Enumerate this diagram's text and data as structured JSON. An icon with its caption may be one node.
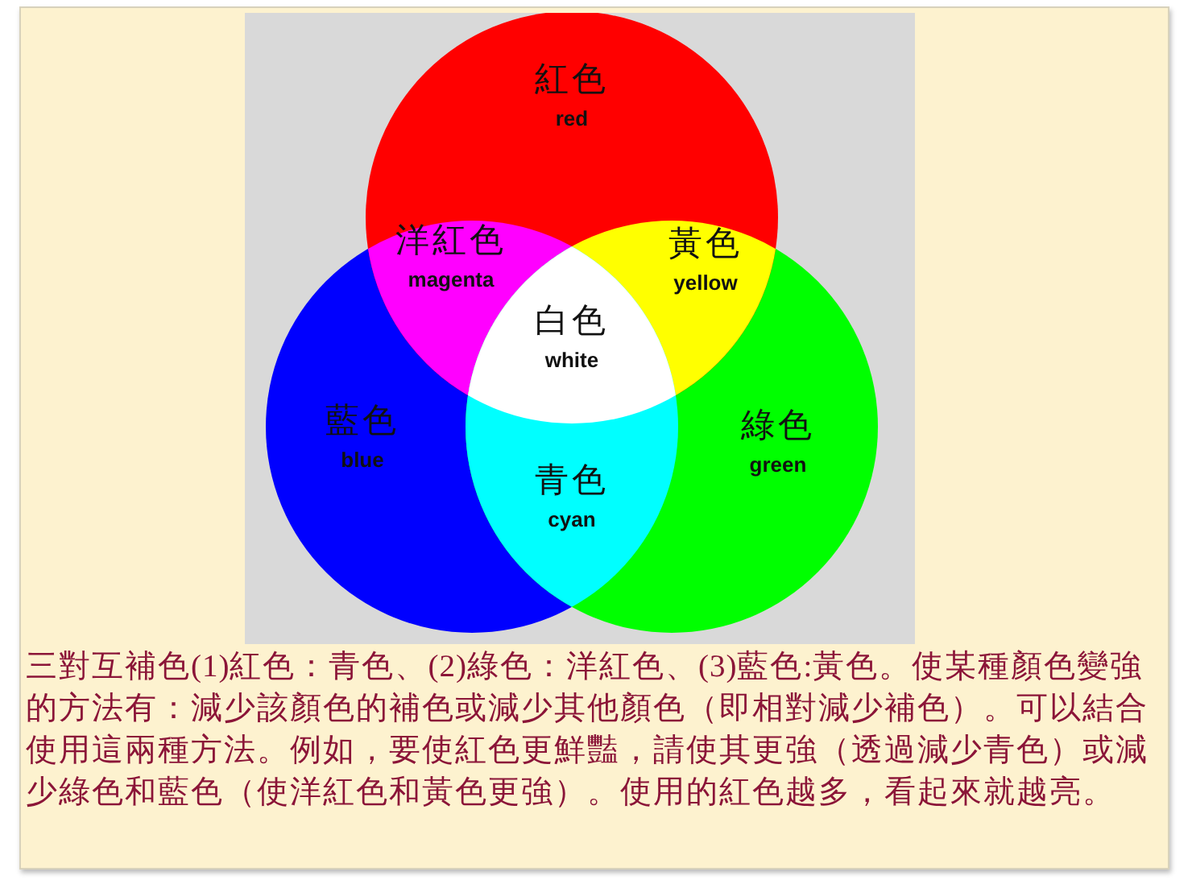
{
  "diagram": {
    "caption": "三對互補色(1)紅色：青色、(2)綠色：洋紅色、(3)藍色:黃色。使某種顏色變強的方法有：減少該顏色的補色或減少其他顏色（即相對減少補色）。可以結合使用這兩種方法。例如，要使紅色更鮮豔，請使其更強（透過減少青色）或減少綠色和藍色（使洋紅色和黃色更強）。使用的紅色越多，看起來就越亮。",
    "nodes": [
      {
        "text": [
          "紅色",
          "red"
        ]
      },
      {
        "text": [
          "洋紅色",
          "magenta"
        ]
      },
      {
        "text": [
          "黃色",
          "yellow"
        ]
      },
      {
        "text": [
          "白色",
          "white"
        ]
      },
      {
        "text": [
          "藍色",
          "blue"
        ]
      },
      {
        "text": [
          "綠色",
          "green"
        ]
      },
      {
        "text": [
          "青色",
          "cyan"
        ]
      }
    ]
  }
}
